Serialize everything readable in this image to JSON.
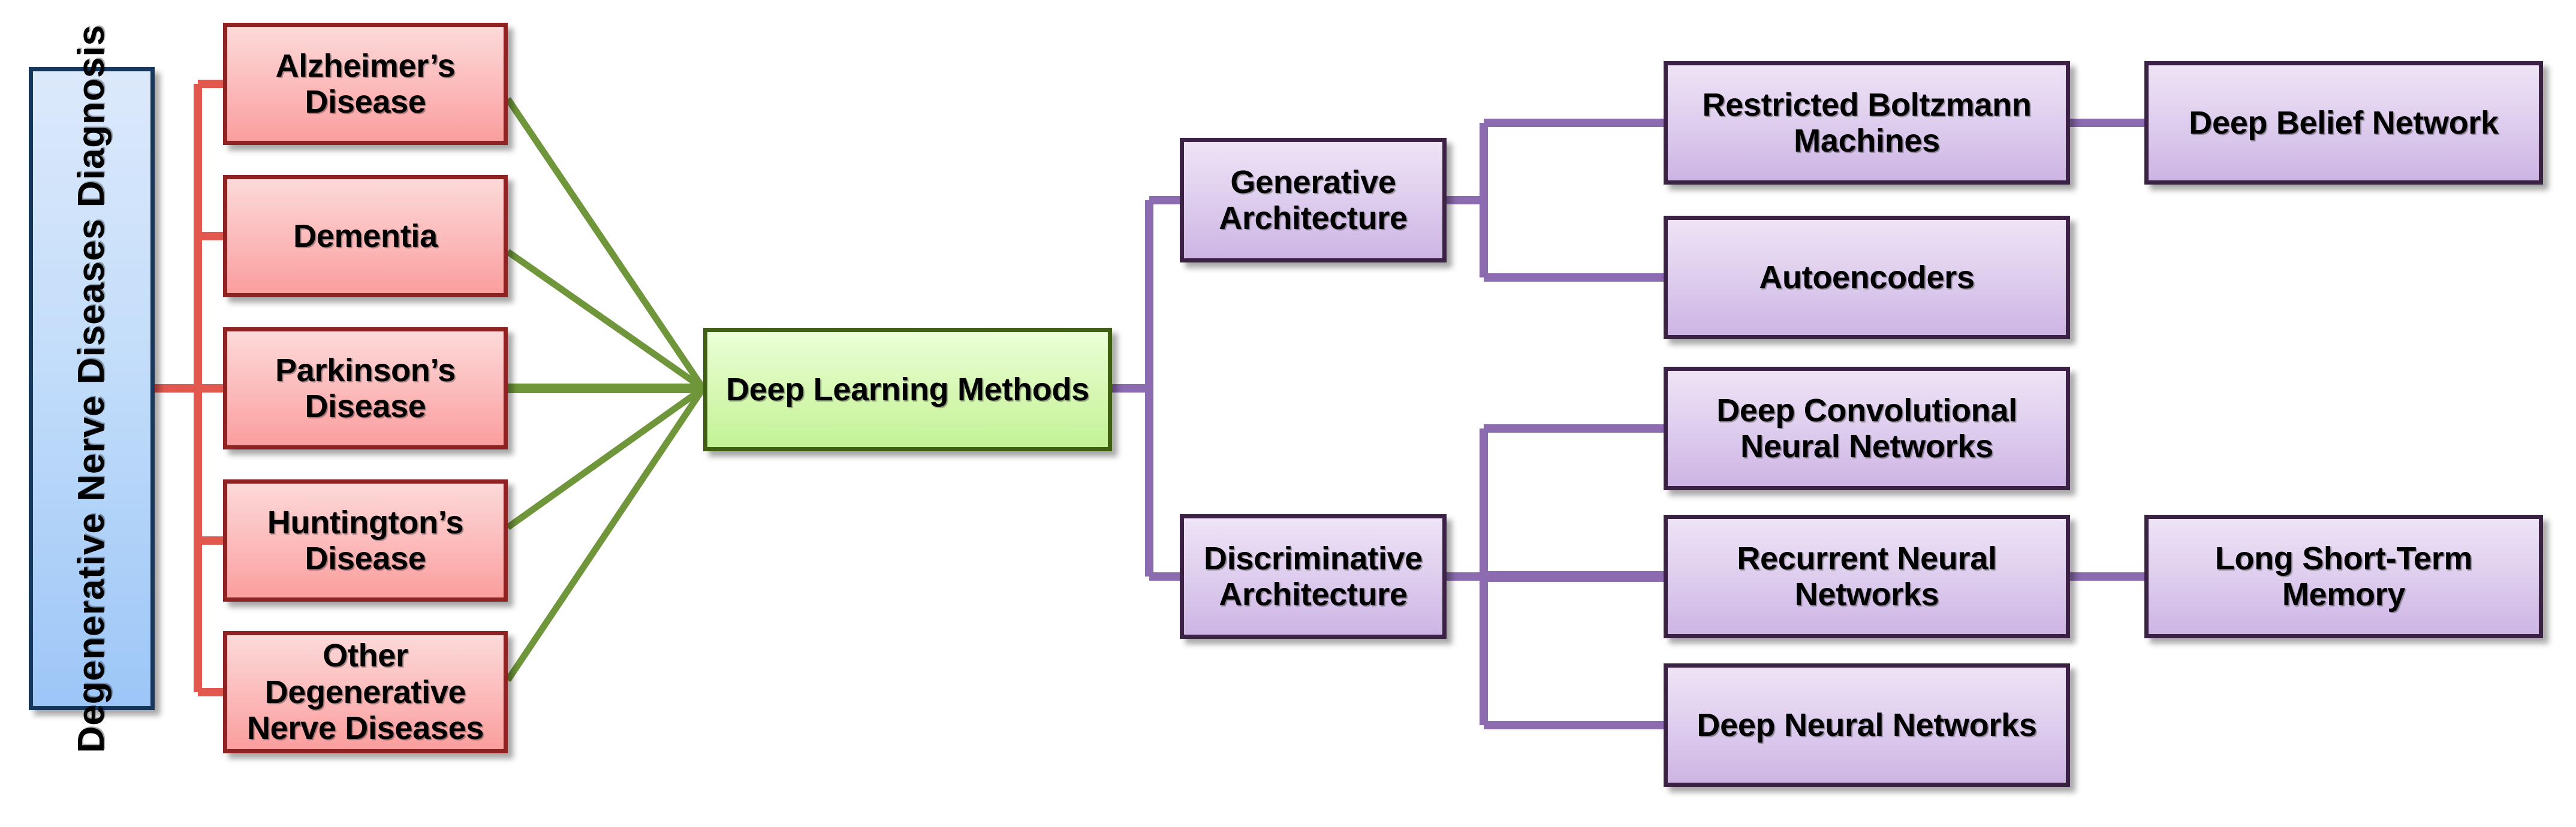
{
  "diagram": {
    "title": "Degenerative Nerve Diseases Diagnosis with Deep Learning Methods",
    "type": "tree-flowchart",
    "colors": {
      "root_fill": "#c3ddfa",
      "root_border": "#16365c",
      "disease_fill": "#fcc2c2",
      "disease_border": "#8f2222",
      "hub_fill": "#d6f7b2",
      "hub_border": "#3f6012",
      "method_fill": "#e0d0ef",
      "method_border": "#3b2245",
      "connector_red": "#e2584f",
      "connector_green": "#6f963a",
      "connector_purple": "#8c6bb1",
      "background": "#ffffff"
    },
    "root": {
      "label": "Degenerative Nerve Diseases Diagnosis"
    },
    "diseases": [
      {
        "label": "Alzheimer’s Disease"
      },
      {
        "label": "Dementia"
      },
      {
        "label": "Parkinson’s Disease"
      },
      {
        "label": "Huntington’s Disease"
      },
      {
        "label": "Other Degenerative Nerve Diseases"
      }
    ],
    "hub": {
      "label": "Deep Learning Methods"
    },
    "architectures": [
      {
        "label": "Generative Architecture"
      },
      {
        "label": "Discriminative Architecture"
      }
    ],
    "generative_children": [
      {
        "label": "Restricted Boltzmann Machines"
      },
      {
        "label": "Autoencoders"
      }
    ],
    "discriminative_children": [
      {
        "label": "Deep Convolutional Neural Networks"
      },
      {
        "label": "Recurrent Neural Networks"
      },
      {
        "label": "Deep Neural Networks"
      }
    ],
    "leaves": [
      {
        "label": "Deep Belief Network"
      },
      {
        "label": "Long Short-Term Memory"
      }
    ]
  }
}
